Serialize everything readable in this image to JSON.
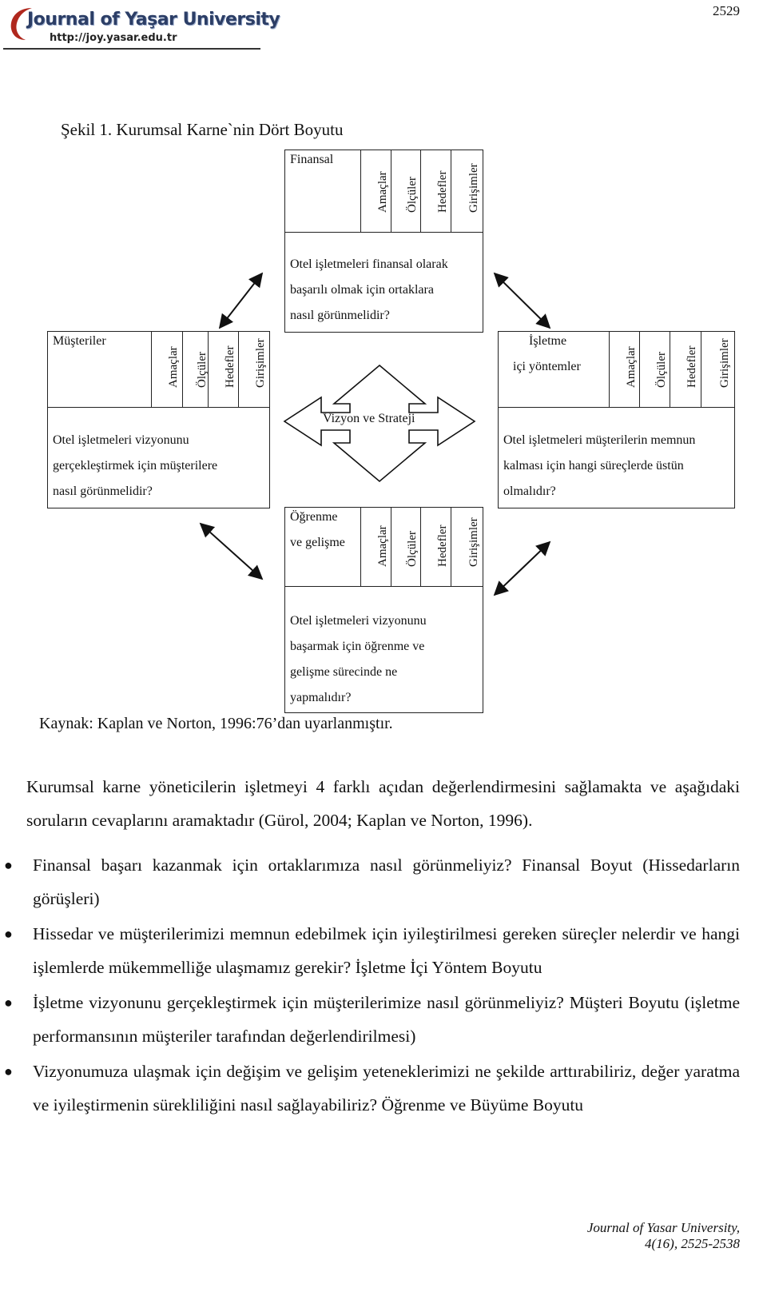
{
  "header": {
    "journal_name": "Journal of Yaşar University",
    "journal_url": "http://joy.yasar.edu.tr",
    "page_number": "2529"
  },
  "figure": {
    "title": "Şekil 1. Kurumsal Karne`nin Dört Boyutu",
    "columns": [
      "Amaçlar",
      "Ölçüler",
      "Hedefler",
      "Girişimler"
    ],
    "finansal": {
      "name": "Finansal",
      "question": [
        "Otel işletmeleri finansal olarak",
        "başarılı olmak için ortaklara",
        "nasıl görünmelidir?"
      ]
    },
    "musteriler": {
      "name": "Müşteriler",
      "question": [
        "Otel işletmeleri vizyonunu",
        "gerçekleştirmek için müşterilere",
        "nasıl görünmelidir?"
      ]
    },
    "isletme": {
      "name_lines": [
        "İşletme",
        "içi yöntemler"
      ],
      "question": [
        "Otel işletmeleri müşterilerin memnun",
        "kalması için hangi süreçlerde üstün",
        "olmalıdır?"
      ]
    },
    "ogrenme": {
      "name_lines": [
        "Öğrenme",
        "ve gelişme"
      ],
      "question": [
        "Otel işletmeleri vizyonunu",
        "başarmak için öğrenme ve",
        "gelişme sürecinde ne",
        "yapmalıdır?"
      ]
    },
    "center_label": "Vizyon ve Strateji",
    "source": "Kaynak: Kaplan ve Norton, 1996:76’dan uyarlanmıştır."
  },
  "body": {
    "paragraph": "Kurumsal karne yöneticilerin işletmeyi 4 farklı açıdan değerlendirmesini sağlamakta ve aşağıdaki soruların cevaplarını aramaktadır (Gürol, 2004; Kaplan ve Norton, 1996).",
    "bullets": [
      "Finansal başarı kazanmak için ortaklarımıza nasıl görünmeliyiz? Finansal Boyut (Hissedarların görüşleri)",
      "Hissedar ve müşterilerimizi memnun edebilmek için iyileştirilmesi gereken süreçler nelerdir ve hangi işlemlerde mükemmelliğe ulaşmamız gerekir? İşletme İçi Yöntem Boyutu",
      "İşletme vizyonunu gerçekleştirmek için müşterilerimize nasıl görünmeliyiz? Müşteri Boyutu (işletme performansının müşteriler tarafından değerlendirilmesi)",
      "Vizyonumuza ulaşmak için değişim ve gelişim yeteneklerimizi ne şekilde arttırabiliriz, değer yaratma ve iyileştirmenin sürekliliğini nasıl sağlayabiliriz? Öğrenme ve Büyüme Boyutu"
    ]
  },
  "footer": {
    "line1": "Journal of Yasar University,",
    "line2": "4(16), 2525-2538"
  }
}
